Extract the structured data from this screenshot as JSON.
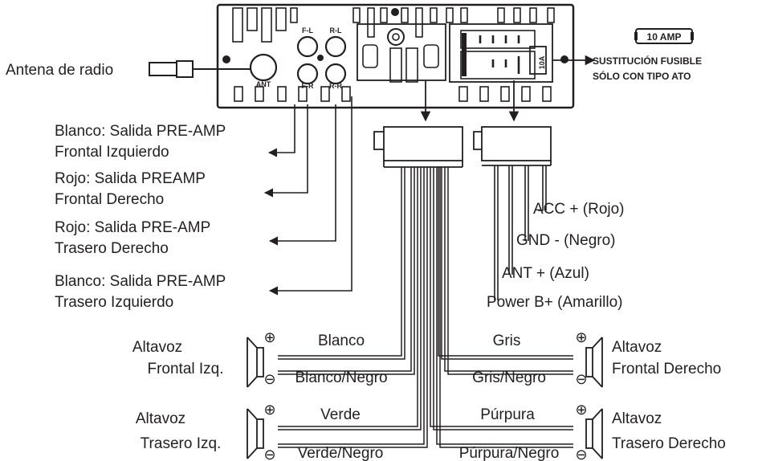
{
  "unit": {
    "ant_jack": "ANT",
    "fl": "F-L",
    "rl": "R-L",
    "fr": "F-R",
    "rr": "R-R",
    "fuse_rating": "10A"
  },
  "antenna_label": "Antena de radio",
  "fuse": {
    "badge": "10 AMP",
    "note_line1": "SUSTITUCIÓN FUSIBLE",
    "note_line2": "SÓLO CON TIPO ATO"
  },
  "rca_outputs": [
    {
      "line1": "Blanco: Salida PRE-AMP",
      "line2": "Frontal Izquierdo"
    },
    {
      "line1": "Rojo: Salida PREAMP",
      "line2": "Frontal Derecho"
    },
    {
      "line1": "Rojo: Salida PRE-AMP",
      "line2": "Trasero Derecho"
    },
    {
      "line1": "Blanco: Salida PRE-AMP",
      "line2": "Trasero Izquierdo"
    }
  ],
  "power_wires": [
    {
      "label": "ACC + (Rojo)"
    },
    {
      "label": "GND -  (Negro)"
    },
    {
      "label": "ANT + (Azul)"
    },
    {
      "label": "Power B+ (Amarillo)"
    }
  ],
  "speakers": {
    "front_left": {
      "line1": "Altavoz",
      "line2": "Frontal Izq.",
      "pos_wire": "Blanco",
      "neg_wire": "Blanco/Negro"
    },
    "front_right": {
      "line1": "Altavoz",
      "line2": "Frontal Derecho",
      "pos_wire": "Gris",
      "neg_wire": "Gris/Negro"
    },
    "rear_left": {
      "line1": "Altavoz",
      "line2": "Trasero Izq.",
      "pos_wire": "Verde",
      "neg_wire": "Verde/Negro"
    },
    "rear_right": {
      "line1": "Altavoz",
      "line2": "Trasero Derecho",
      "pos_wire": "Púrpura",
      "neg_wire": "Púrpura/Negro"
    }
  },
  "polarity": {
    "plus": "⊕",
    "minus": "⊖"
  }
}
